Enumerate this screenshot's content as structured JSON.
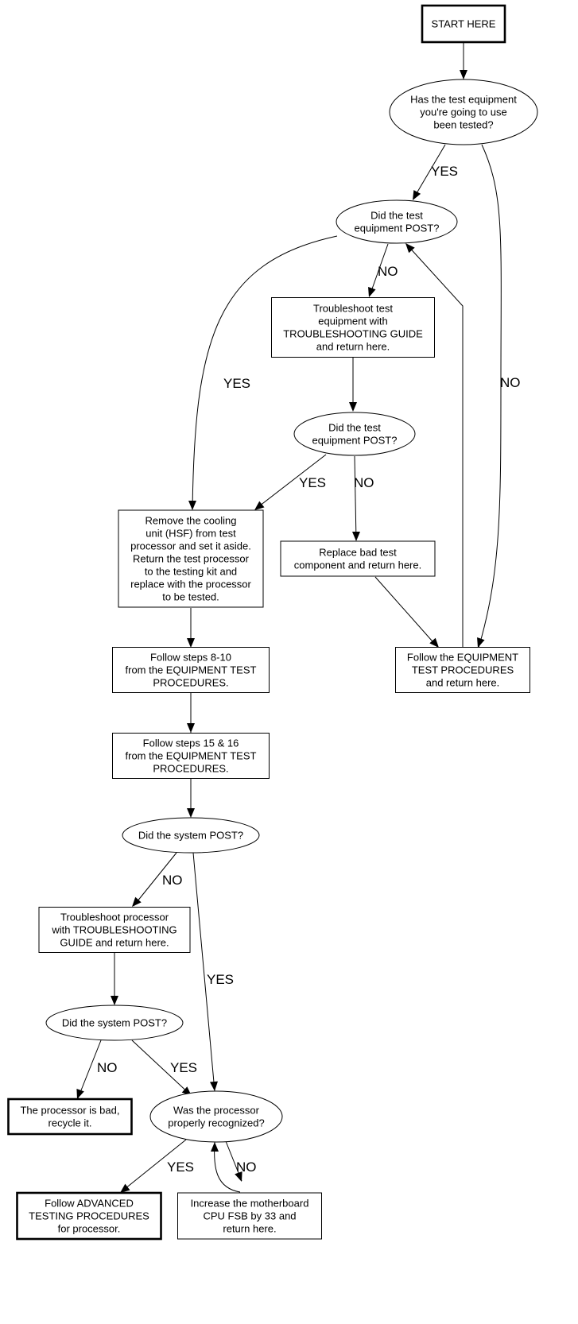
{
  "nodes": [
    {
      "id": "start",
      "shape": "box",
      "bold": true,
      "lines": [
        "START HERE"
      ]
    },
    {
      "id": "q_tested",
      "shape": "ellipse",
      "lines": [
        "Has the test equipment",
        "you're going to use",
        "been tested?"
      ]
    },
    {
      "id": "q_post1",
      "shape": "ellipse",
      "lines": [
        "Did the test",
        "equipment POST?"
      ]
    },
    {
      "id": "troubleshoot_equip",
      "shape": "box",
      "lines": [
        "Troubleshoot test",
        "equipment with",
        "TROUBLESHOOTING GUIDE",
        "and return here."
      ]
    },
    {
      "id": "q_post2",
      "shape": "ellipse",
      "lines": [
        "Did the test",
        "equipment POST?"
      ]
    },
    {
      "id": "remove_hsf",
      "shape": "box",
      "lines": [
        "Remove the cooling",
        "unit (HSF) from test",
        "processor and set it aside.",
        "Return the test processor",
        "to the testing kit and",
        "replace with the processor",
        "to be tested."
      ]
    },
    {
      "id": "replace_bad",
      "shape": "box",
      "lines": [
        "Replace bad test",
        "component and return here."
      ]
    },
    {
      "id": "follow_etp",
      "shape": "box",
      "lines": [
        "Follow the EQUIPMENT",
        "TEST PROCEDURES",
        "and return here."
      ]
    },
    {
      "id": "steps_8_10",
      "shape": "box",
      "lines": [
        "Follow steps 8-10",
        "from the EQUIPMENT TEST",
        "PROCEDURES."
      ]
    },
    {
      "id": "steps_15_16",
      "shape": "box",
      "lines": [
        "Follow steps 15 & 16",
        "from the EQUIPMENT TEST",
        "PROCEDURES."
      ]
    },
    {
      "id": "q_sys_post1",
      "shape": "ellipse",
      "lines": [
        "Did the system POST?"
      ]
    },
    {
      "id": "troubleshoot_proc",
      "shape": "box",
      "lines": [
        "Troubleshoot processor",
        "with TROUBLESHOOTING",
        "GUIDE and return here."
      ]
    },
    {
      "id": "q_sys_post2",
      "shape": "ellipse",
      "lines": [
        "Did the system POST?"
      ]
    },
    {
      "id": "proc_bad",
      "shape": "box",
      "bold": true,
      "lines": [
        "The processor is bad,",
        "recycle it."
      ]
    },
    {
      "id": "q_recognized",
      "shape": "ellipse",
      "lines": [
        "Was the processor",
        "properly recognized?"
      ]
    },
    {
      "id": "advanced",
      "shape": "box",
      "bold": true,
      "lines": [
        "Follow ADVANCED",
        "TESTING PROCEDURES",
        "for processor."
      ]
    },
    {
      "id": "increase_fsb",
      "shape": "box",
      "lines": [
        "Increase the motherboard",
        "CPU FSB by 33 and",
        "return here."
      ]
    }
  ],
  "edges": [
    {
      "id": "e1",
      "from": "start",
      "to": "q_tested",
      "label": ""
    },
    {
      "id": "e2",
      "from": "q_tested",
      "to": "q_post1",
      "label": "YES"
    },
    {
      "id": "e3",
      "from": "q_tested",
      "to": "follow_etp",
      "label": "NO"
    },
    {
      "id": "e4",
      "from": "q_post1",
      "to": "troubleshoot_equip",
      "label": "NO"
    },
    {
      "id": "e5",
      "from": "q_post1",
      "to": "remove_hsf",
      "label": "YES"
    },
    {
      "id": "e6",
      "from": "troubleshoot_equip",
      "to": "q_post2",
      "label": ""
    },
    {
      "id": "e7",
      "from": "q_post2",
      "to": "remove_hsf",
      "label": "YES"
    },
    {
      "id": "e8",
      "from": "q_post2",
      "to": "replace_bad",
      "label": "NO"
    },
    {
      "id": "e9",
      "from": "replace_bad",
      "to": "follow_etp",
      "label": ""
    },
    {
      "id": "e10",
      "from": "follow_etp",
      "to": "q_post1",
      "label": ""
    },
    {
      "id": "e11",
      "from": "remove_hsf",
      "to": "steps_8_10",
      "label": ""
    },
    {
      "id": "e12",
      "from": "steps_8_10",
      "to": "steps_15_16",
      "label": ""
    },
    {
      "id": "e13",
      "from": "steps_15_16",
      "to": "q_sys_post1",
      "label": ""
    },
    {
      "id": "e14",
      "from": "q_sys_post1",
      "to": "troubleshoot_proc",
      "label": "NO"
    },
    {
      "id": "e15",
      "from": "q_sys_post1",
      "to": "q_recognized",
      "label": "YES"
    },
    {
      "id": "e16",
      "from": "troubleshoot_proc",
      "to": "q_sys_post2",
      "label": ""
    },
    {
      "id": "e17",
      "from": "q_sys_post2",
      "to": "proc_bad",
      "label": "NO"
    },
    {
      "id": "e18",
      "from": "q_sys_post2",
      "to": "q_recognized",
      "label": "YES"
    },
    {
      "id": "e19",
      "from": "q_recognized",
      "to": "advanced",
      "label": "YES"
    },
    {
      "id": "e20",
      "from": "q_recognized",
      "to": "increase_fsb",
      "label": "NO"
    },
    {
      "id": "e21",
      "from": "increase_fsb",
      "to": "q_recognized",
      "label": ""
    }
  ]
}
